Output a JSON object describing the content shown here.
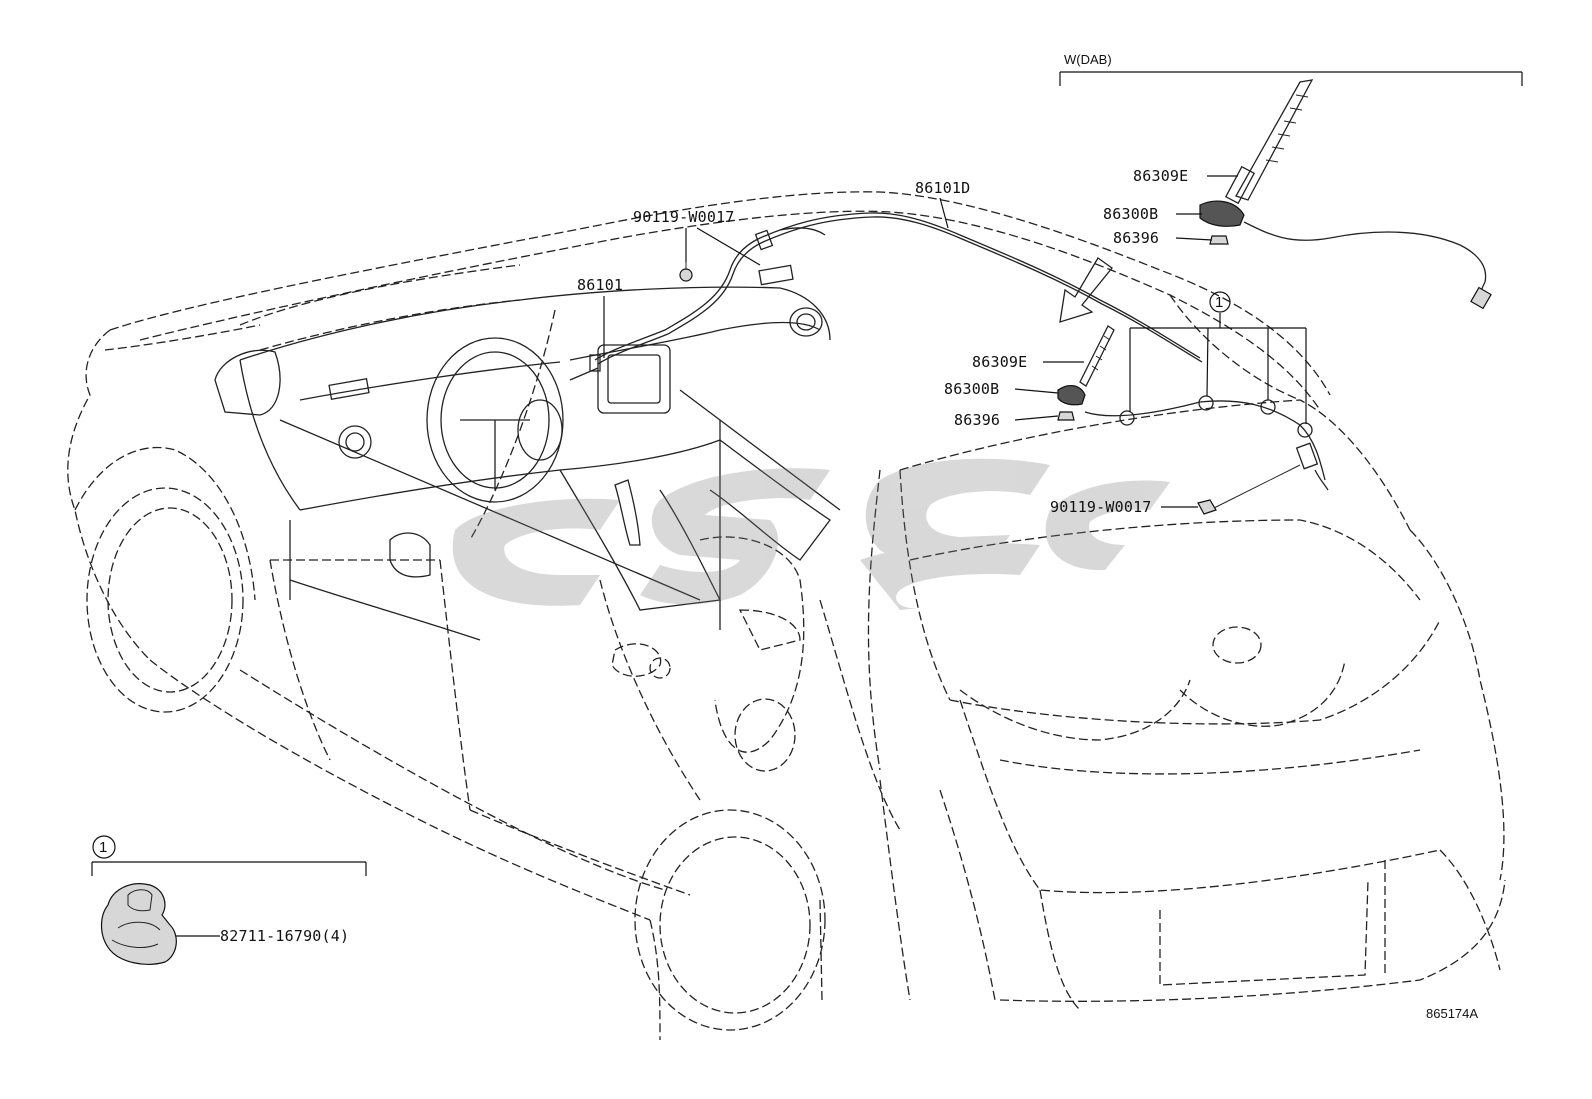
{
  "variant_header": "W(DAB)",
  "callout_symbol": "1",
  "diagram_id": "865174A",
  "labels": {
    "p86309E_top": "86309E",
    "p86300B_top": "86300B",
    "p86396_top": "86396",
    "p86101D": "86101D",
    "p90119_front": "90119-W0017",
    "p86101": "86101",
    "p86309E_mid": "86309E",
    "p86300B_mid": "86300B",
    "p86396_mid": "86396",
    "p90119_rear": "90119-W0017",
    "p82711": "82711-16790(4)"
  }
}
